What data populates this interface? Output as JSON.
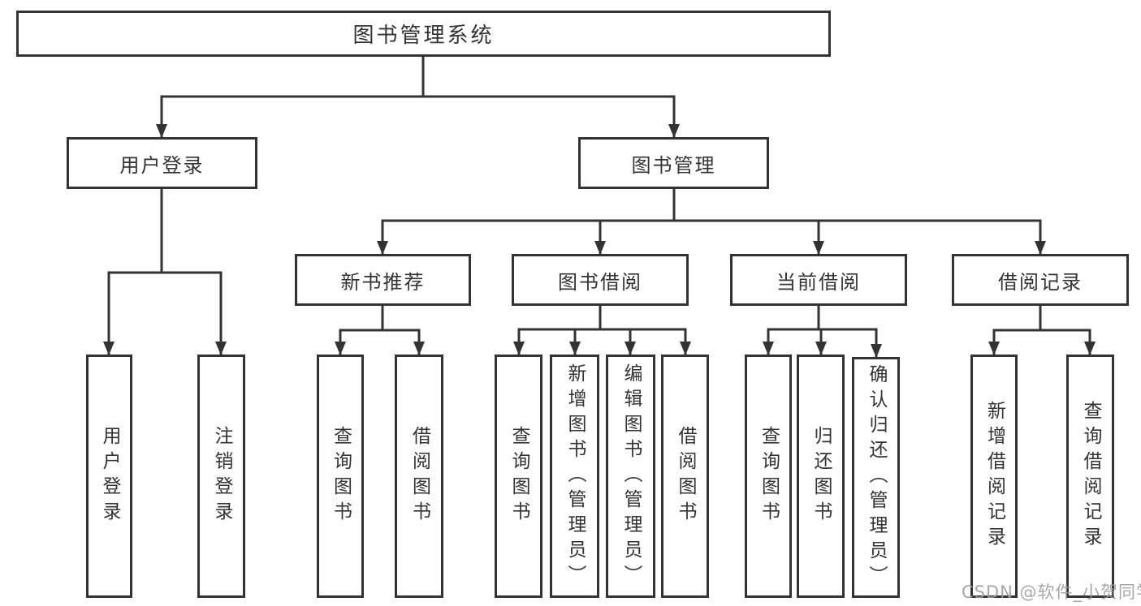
{
  "colors": {
    "line": "#333333",
    "text": "#333333",
    "box_bg": "#ffffff",
    "page_bg": "#ffffff",
    "watermark": "#9e9e9e"
  },
  "watermark": {
    "text": "CSDN @软件_小贺同学"
  },
  "diagram": {
    "root": {
      "label": "图书管理系统"
    },
    "branches": {
      "user_login": {
        "label": "用户登录"
      },
      "book_management": {
        "label": "图书管理"
      }
    },
    "modules": {
      "new_books": {
        "label": "新书推荐"
      },
      "book_borrowing": {
        "label": "图书借阅"
      },
      "current_borrowing": {
        "label": "当前借阅"
      },
      "borrowing_records": {
        "label": "借阅记录"
      }
    },
    "functions": {
      "user_login": {
        "label": "用户登录"
      },
      "logout": {
        "label": "注销登录"
      },
      "nb_query_books": {
        "label": "查询图书"
      },
      "nb_borrow_books": {
        "label": "借阅图书"
      },
      "bb_query_books": {
        "label": "查询图书"
      },
      "bb_add_books": {
        "label": "新增图书（管理员）"
      },
      "bb_edit_books": {
        "label": "编辑图书（管理员）"
      },
      "bb_borrow_books": {
        "label": "借阅图书"
      },
      "cb_query_books": {
        "label": "查询图书"
      },
      "cb_return_books": {
        "label": "归还图书"
      },
      "cb_confirm_return": {
        "label": "确认归还（管理员）"
      },
      "br_add_record": {
        "label": "新增借阅记录"
      },
      "br_query_record": {
        "label": "查询借阅记录"
      }
    }
  }
}
